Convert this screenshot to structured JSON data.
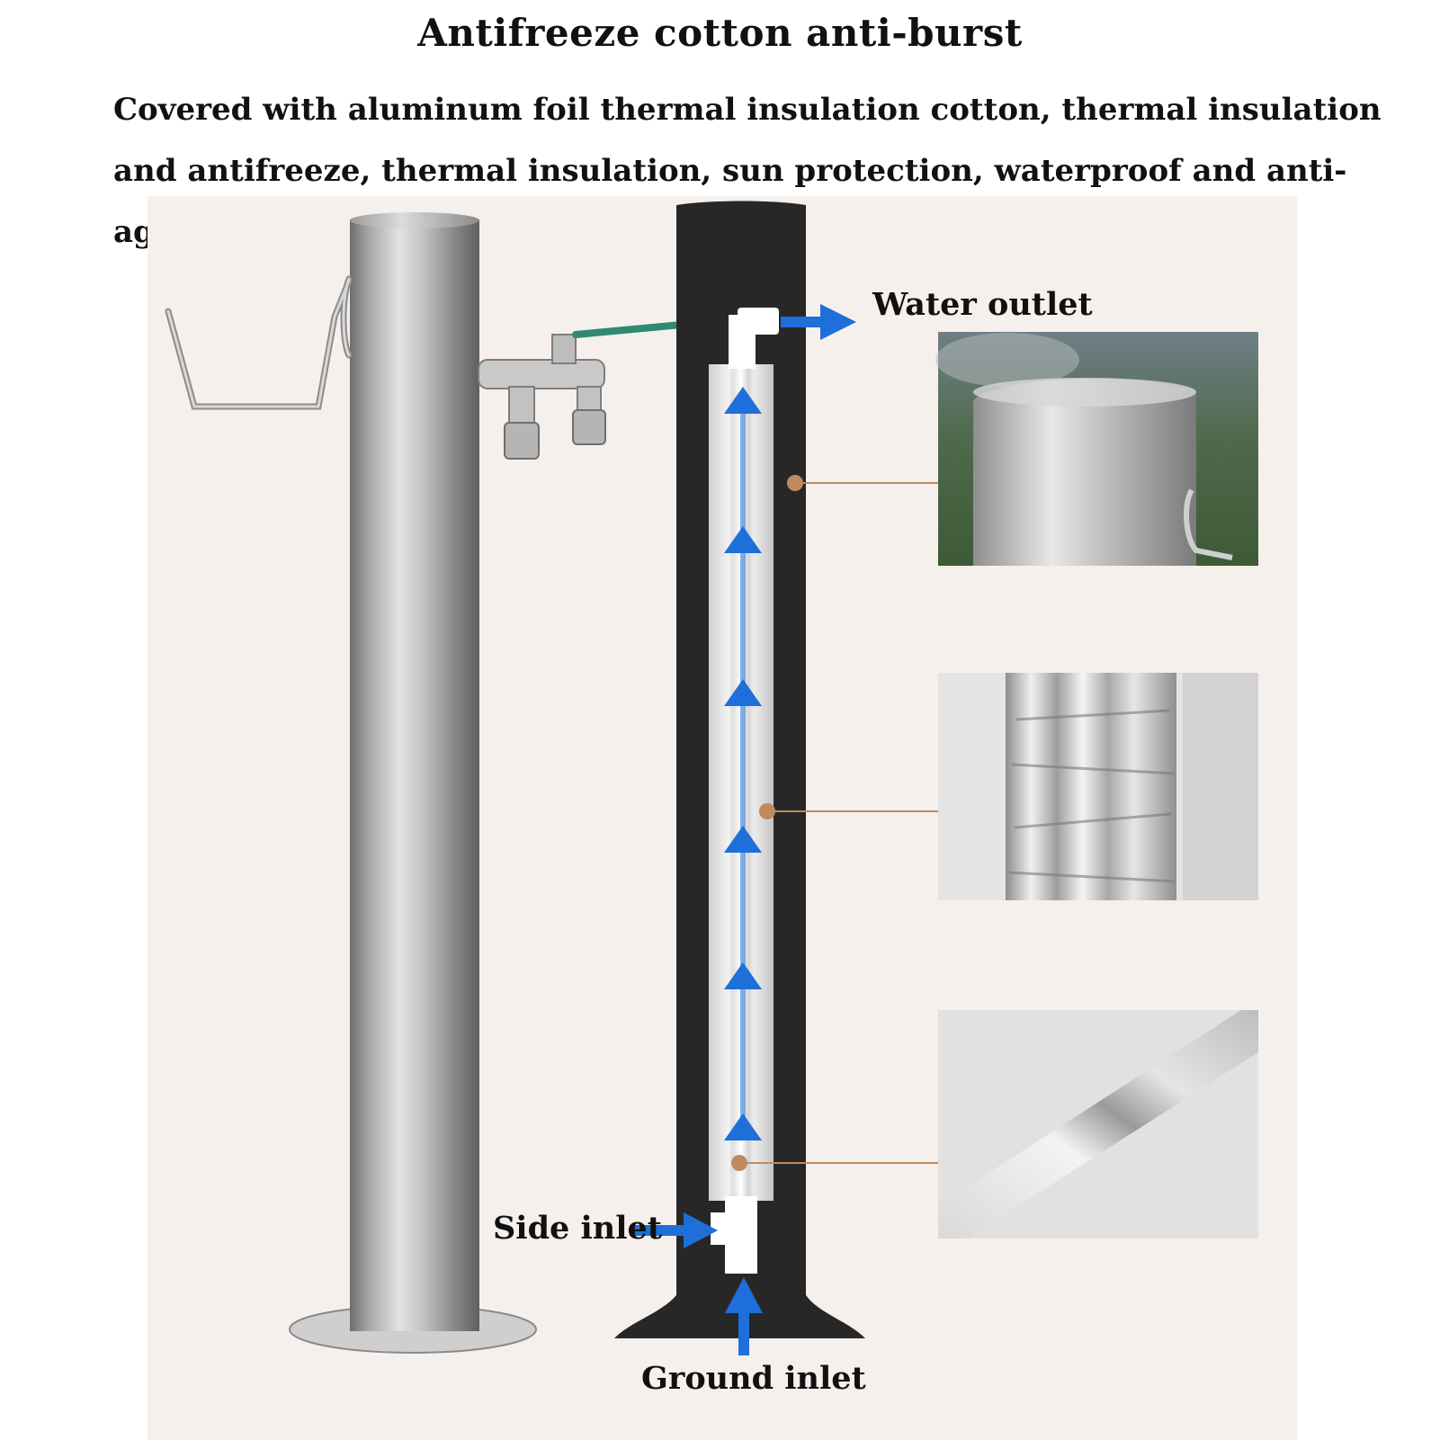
{
  "header": {
    "title": "Antifreeze cotton anti-burst",
    "subtitle": "Covered with aluminum foil thermal insulation cotton, thermal insulation and antifreeze, thermal insulation, sun protection, waterproof and anti-aging"
  },
  "diagram": {
    "labels": {
      "water_outlet": "Water outlet",
      "side_inlet": "Side inlet",
      "ground_inlet": "Ground inlet"
    },
    "flow_color": "#1e6fd9",
    "callout_color": "#c08a5e",
    "callouts": [
      {
        "name": "stainless-steel-outer-shell"
      },
      {
        "name": "aluminum-foil-insulation"
      },
      {
        "name": "inner-steel-pipe"
      }
    ]
  }
}
